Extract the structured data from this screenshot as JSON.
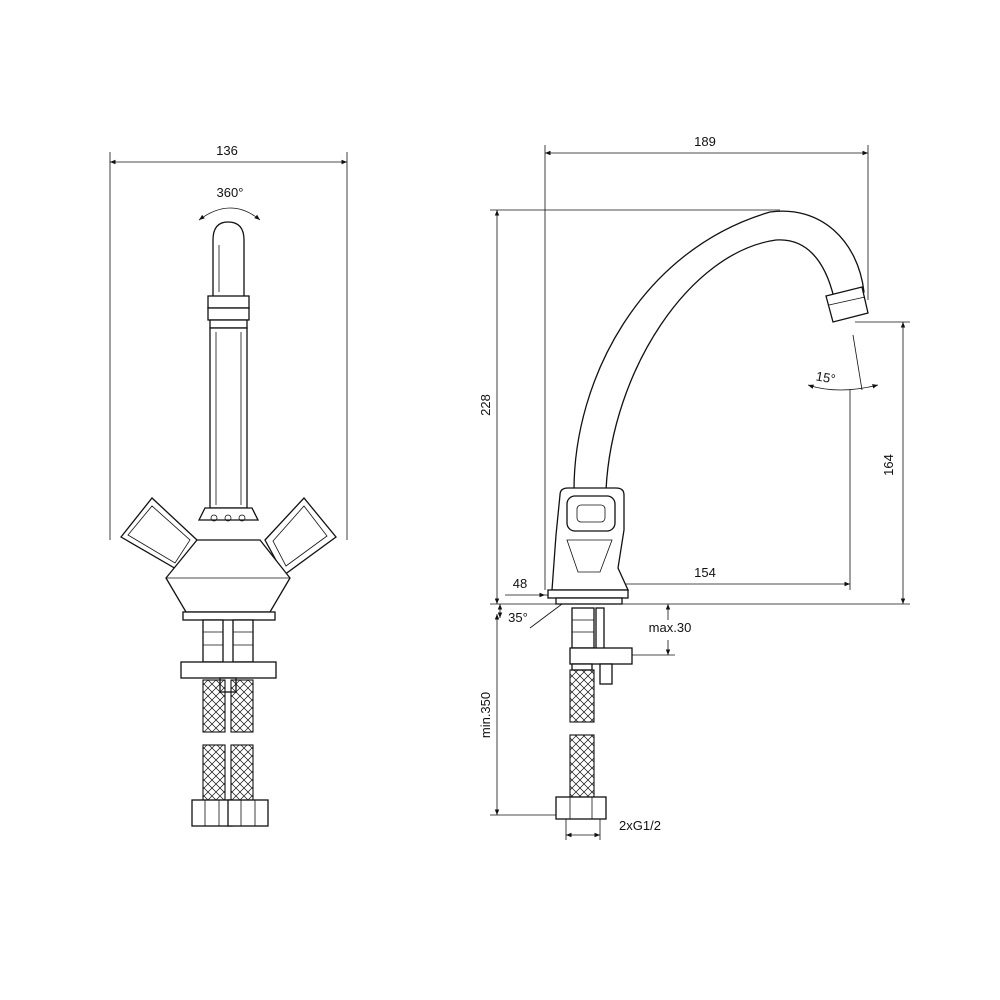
{
  "front_view": {
    "width_dim": "136",
    "rotation_dim": "360°"
  },
  "side_view": {
    "width_dim": "189",
    "height_dim": "228",
    "outlet_height_dim": "164",
    "reach_dim": "154",
    "base_dim": "48",
    "tilt_angle": "15°",
    "base_angle": "35°",
    "counter_max": "max.30",
    "hose_min": "min.350",
    "connection": "2xG1/2"
  }
}
